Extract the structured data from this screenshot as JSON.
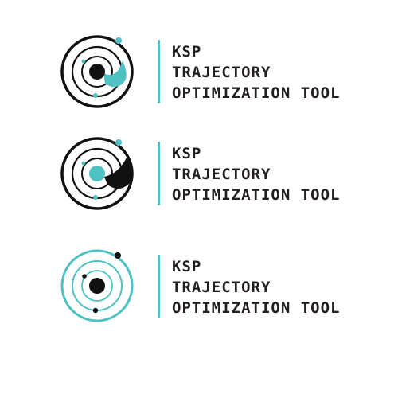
{
  "colors": {
    "teal": "#4fc1c2",
    "dark": "#111111",
    "text": "#231f20",
    "background": "#ffffff"
  },
  "logos": [
    {
      "variant": "black-rings-teal-swept-arc",
      "icons": [
        "orbit-emblem-icon"
      ],
      "lines": [
        "KSP",
        "TRAJECTORY",
        "OPTIMIZATION TOOL"
      ]
    },
    {
      "variant": "black-rings-teal-planet-black-wedge",
      "icons": [
        "orbit-emblem-icon"
      ],
      "lines": [
        "KSP",
        "TRAJECTORY",
        "OPTIMIZATION TOOL"
      ]
    },
    {
      "variant": "teal-rings-black-planet",
      "icons": [
        "orbit-emblem-icon"
      ],
      "lines": [
        "KSP",
        "TRAJECTORY",
        "OPTIMIZATION TOOL"
      ]
    }
  ]
}
